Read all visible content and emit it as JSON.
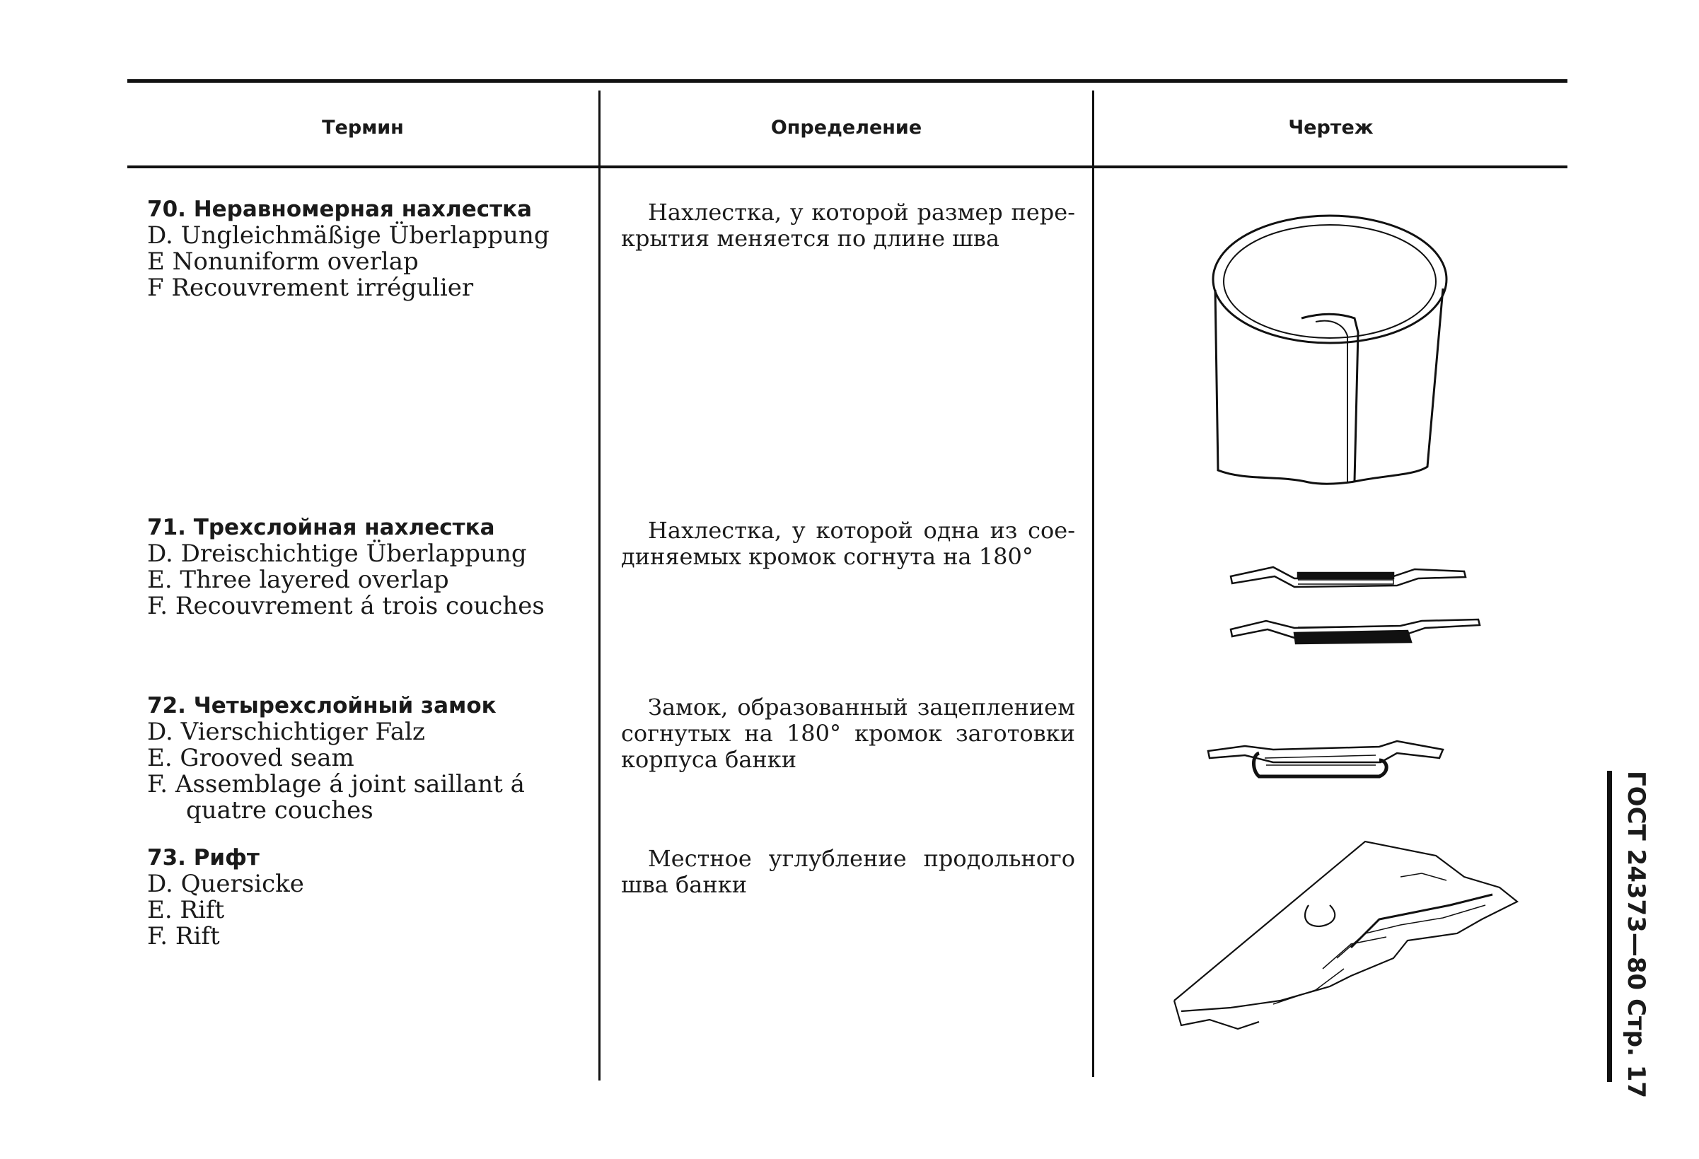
{
  "header": {
    "term": "Термин",
    "definition": "Определение",
    "drawing": "Чертеж"
  },
  "rows": [
    {
      "title": "70. Неравномерная нахлестка",
      "d": "D. Ungleichmäßige Überlappung",
      "e": "E  Nonuniform overlap",
      "f": "F  Recouvrement irrégulier",
      "definition": "Нахлестка, у которой размер пере-крытия меняется по длине шва",
      "drawing_icon": "cylinder-overlap-seam"
    },
    {
      "title": "71. Трехслойная нахлестка",
      "d": "D. Dreischichtige Überlappung",
      "e": "E. Three layered overlap",
      "f": "F. Recouvrement á trois couches",
      "definition": "Нахлестка, у которой одна из сое-диняемых кромок согнута на 180°",
      "drawing_icon": "three-layer-overlap-section"
    },
    {
      "title": "72. Четырехслойный замок",
      "d": "D. Vierschichtiger Falz",
      "e": "E. Grooved seam",
      "f": "F. Assemblage á joint  saillant á quatre couches",
      "definition": "Замок, образованный зацеплением согнутых на 180° кромок заготовки корпуса банки",
      "drawing_icon": "four-layer-lock-section"
    },
    {
      "title": "73. Рифт",
      "d": "D. Quersicke",
      "e": "E. Rift",
      "f": "F. Rift",
      "definition": "Местное углубление  продольного шва банки",
      "drawing_icon": "rift-seam-perspective"
    }
  ],
  "side_label": "ГОСТ 24373—80 Стр. 17"
}
